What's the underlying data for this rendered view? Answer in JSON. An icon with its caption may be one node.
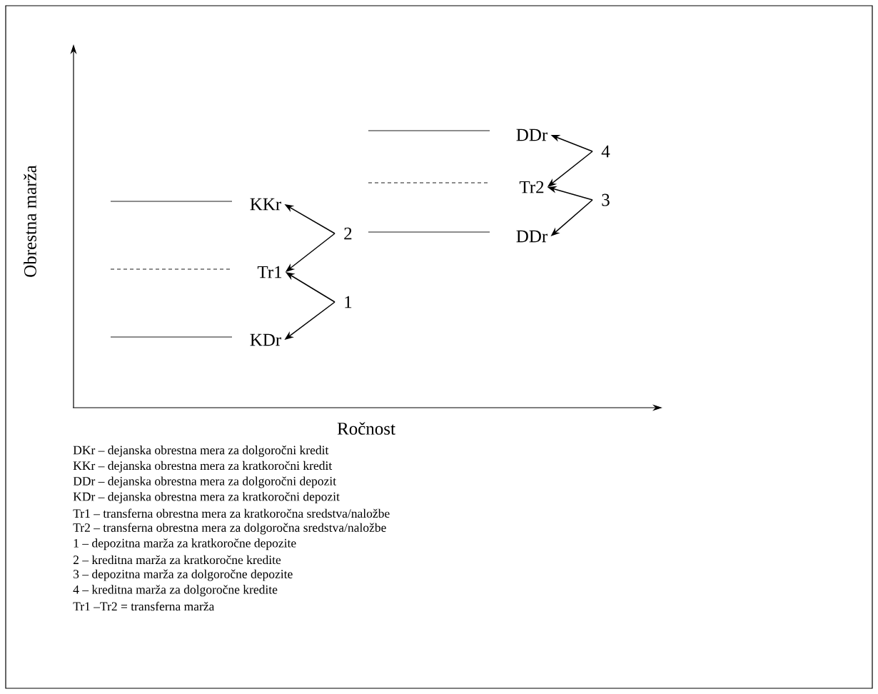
{
  "diagram": {
    "nodes": [
      {
        "text": [
          "KKr"
        ]
      },
      {
        "text": [
          "Tr1"
        ]
      },
      {
        "text": [
          "KDr"
        ]
      },
      {
        "text": [
          "2"
        ]
      },
      {
        "text": [
          "1"
        ]
      },
      {
        "text": [
          "DDr"
        ]
      },
      {
        "text": [
          "Tr2"
        ]
      },
      {
        "text": [
          "DDr"
        ]
      },
      {
        "text": [
          "4"
        ]
      },
      {
        "text": [
          "3"
        ]
      }
    ],
    "edges": [
      {
        "from": 3,
        "to": 0,
        "arrow": "to"
      },
      {
        "from": 3,
        "to": 1,
        "arrow": "to"
      },
      {
        "from": 4,
        "to": 1,
        "arrow": "to"
      },
      {
        "from": 4,
        "to": 2,
        "arrow": "to"
      },
      {
        "from": 8,
        "to": 5,
        "arrow": "to"
      },
      {
        "from": 8,
        "to": 6,
        "arrow": "to"
      },
      {
        "from": 9,
        "to": 6,
        "arrow": "to"
      },
      {
        "from": 9,
        "to": 7,
        "arrow": "to"
      }
    ],
    "labels": [
      "Obrestna marža",
      "Ročnost",
      "DKr – dejanska obrestna mera za dolgoročni kredit",
      "KKr – dejanska obrestna mera za kratkoročni kredit",
      "DDr – dejanska obrestna mera za dolgoročni depozit",
      "KDr – dejanska obrestna mera za kratkoročni depozit",
      "Tr1 – transferna obrestna mera za kratkoročna sredstva/naložbe",
      "Tr2 – transferna obrestna mera za dolgoročna sredstva/naložbe",
      "1 – depozitna marža za kratkoročne depozite",
      "2 – kreditna marža za kratkoročne kredite",
      "3 – depozitna marža za dolgoročne depozite",
      "4 – kreditna marža za dolgoročne kredite",
      "Tr1 –Tr2 = transferna marža"
    ]
  }
}
